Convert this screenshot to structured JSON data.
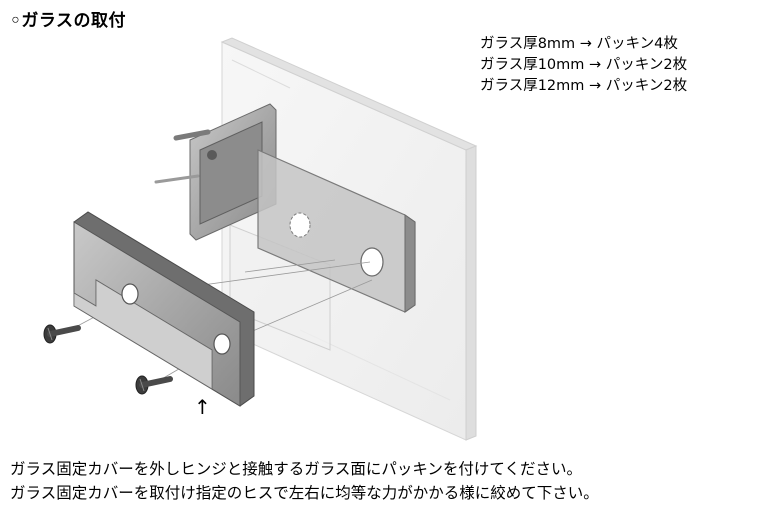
{
  "title": "◦ガラスの取付",
  "packing_notes": [
    "ガラス厚8mm → パッキン4枚",
    "ガラス厚10mm → パッキン2枚",
    "ガラス厚12mm → パッキン2枚"
  ],
  "arrow_label": "↑",
  "instructions": [
    "ガラス固定カバーを外しヒンジと接触するガラス面にパッキンを付けてください。",
    "ガラス固定カバーを取付け指定のヒスで左右に均等な力がかかる様に絞めて下さい。"
  ],
  "colors": {
    "metal": "#9a9a9a",
    "metal_dark": "#6e6e6e",
    "glass_edge": "#c8c8c8"
  }
}
